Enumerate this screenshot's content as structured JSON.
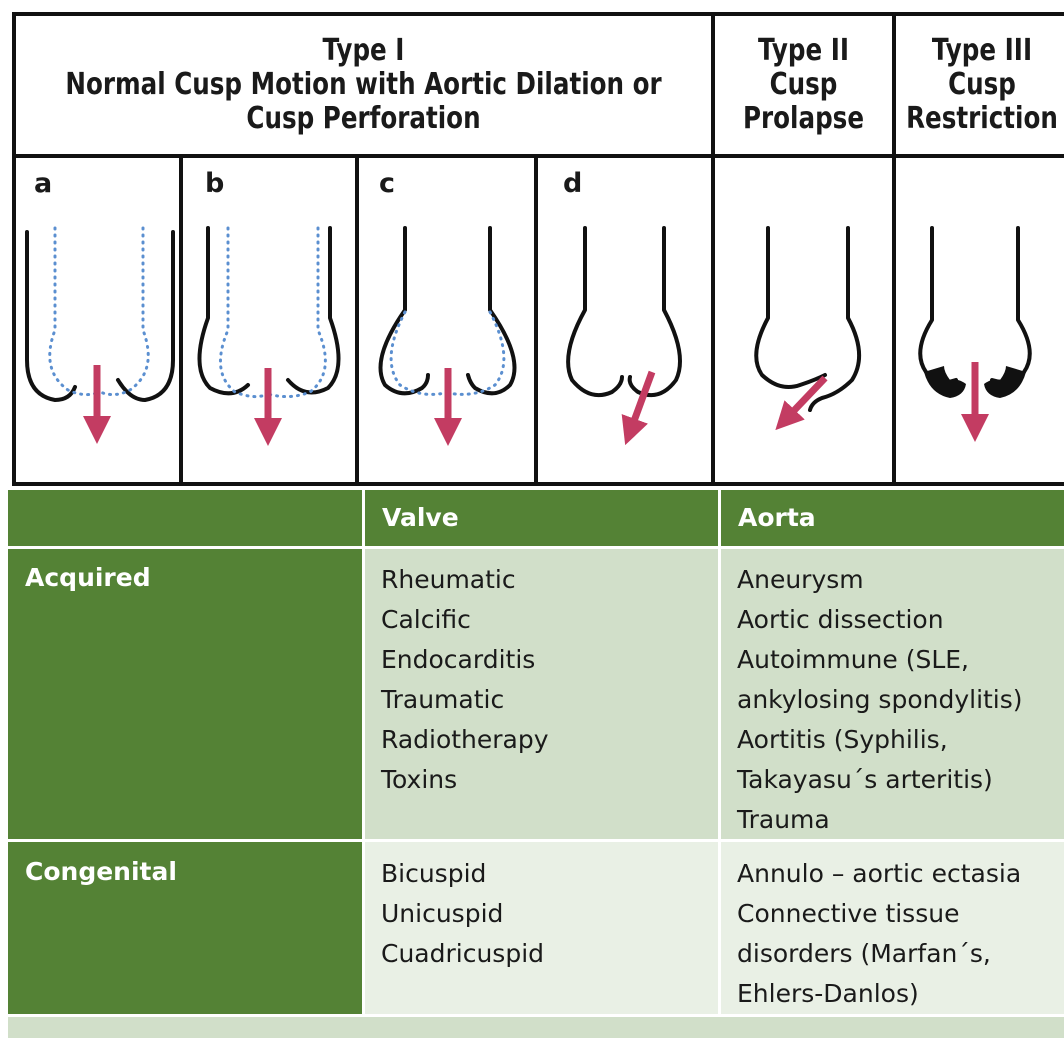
{
  "header": {
    "type1": {
      "line1": "Type I",
      "line2": "Normal Cusp Motion with Aortic Dilation or",
      "line3": "Cusp Perforation"
    },
    "type2": {
      "line1": "Type II",
      "line2": "Cusp",
      "line3": "Prolapse"
    },
    "type3": {
      "line1": "Type III",
      "line2": "Cusp",
      "line3": "Restriction"
    }
  },
  "panels": [
    "a",
    "b",
    "c",
    "d"
  ],
  "colors": {
    "arrow": "#c33c62",
    "dotted": "#5b8fd0",
    "outline": "#111111",
    "header_green": "#548235",
    "row_light": "#d1dfc9",
    "row_lighter": "#e9f0e5"
  },
  "table": {
    "headers": {
      "empty": "",
      "valve": "Valve",
      "aorta": "Aorta"
    },
    "rows": [
      {
        "label": "Acquired",
        "valve": [
          "Rheumatic",
          "Calcific",
          "Endocarditis",
          "Traumatic",
          "Radiotherapy",
          "Toxins"
        ],
        "aorta": [
          "Aneurysm",
          "Aortic dissection",
          "Autoimmune (SLE,",
          "ankylosing spondylitis)",
          "Aortitis (Syphilis,",
          "Takayasu´s arteritis)",
          "Trauma"
        ]
      },
      {
        "label": "Congenital",
        "valve": [
          "Bicuspid",
          "Unicuspid",
          "Cuadricuspid"
        ],
        "aorta": [
          "Annulo – aortic ectasia",
          "Connective tissue",
          "disorders (Marfan´s,",
          "Ehlers-Danlos)"
        ]
      }
    ]
  }
}
